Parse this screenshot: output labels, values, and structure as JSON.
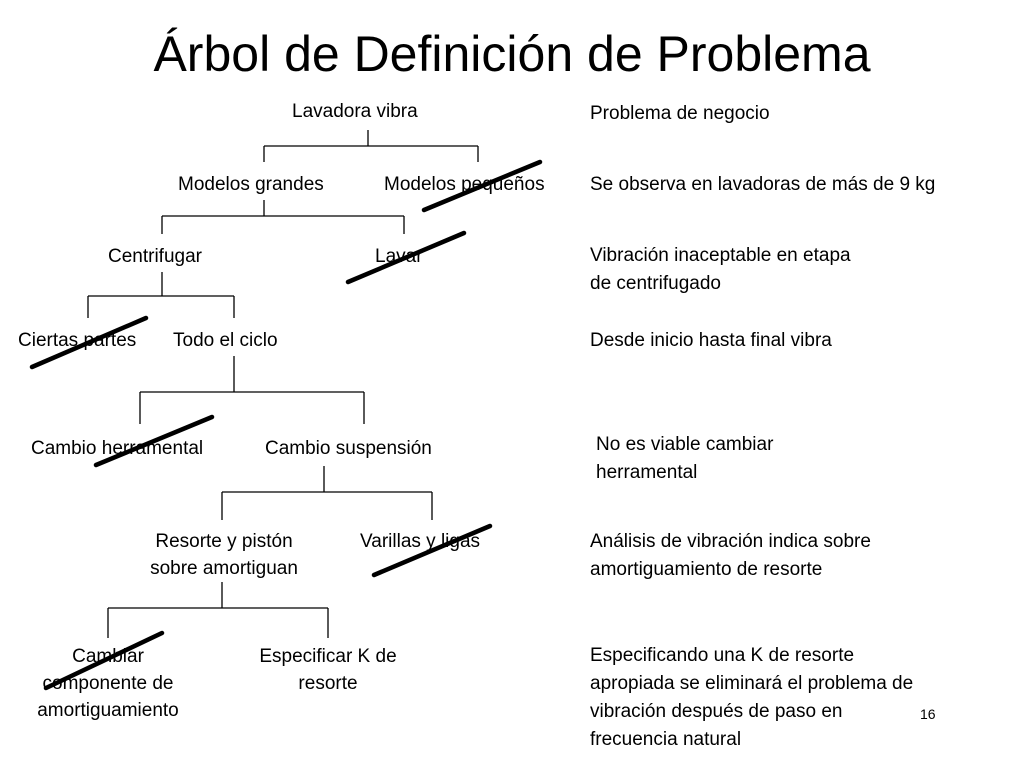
{
  "title": "Árbol de Definición de Problema",
  "tree": {
    "root": "Lavadora vibra",
    "level1": [
      "Modelos grandes",
      "Modelos pequeños"
    ],
    "level2": [
      "Centrifugar",
      "Lavar"
    ],
    "level3": [
      "Ciertas partes",
      "Todo el ciclo"
    ],
    "level4": [
      "Cambio herramental",
      "Cambio suspensión"
    ],
    "level5": [
      "Resorte y pistón\nsobre amortiguan",
      "Varillas y ligas"
    ],
    "level6": [
      "Cambiar\ncomponente de\namortiguamiento",
      "Especificar K de\nresorte"
    ]
  },
  "notes": [
    "Problema de negocio",
    "Se observa en lavadoras de más de 9 kg",
    "Vibración inaceptable en etapa\nde centrifugado",
    "Desde inicio hasta final vibra",
    "No es viable cambiar\nherramental",
    "Análisis de vibración indica sobre\namortiguamiento de resorte",
    "Especificando una K de resorte\napropiada se eliminará el problema de\nvibración después de paso en\nfrecuencia natural"
  ],
  "page_number": "16",
  "colors": {
    "line": "#000000",
    "text": "#000000",
    "background": "#ffffff"
  }
}
